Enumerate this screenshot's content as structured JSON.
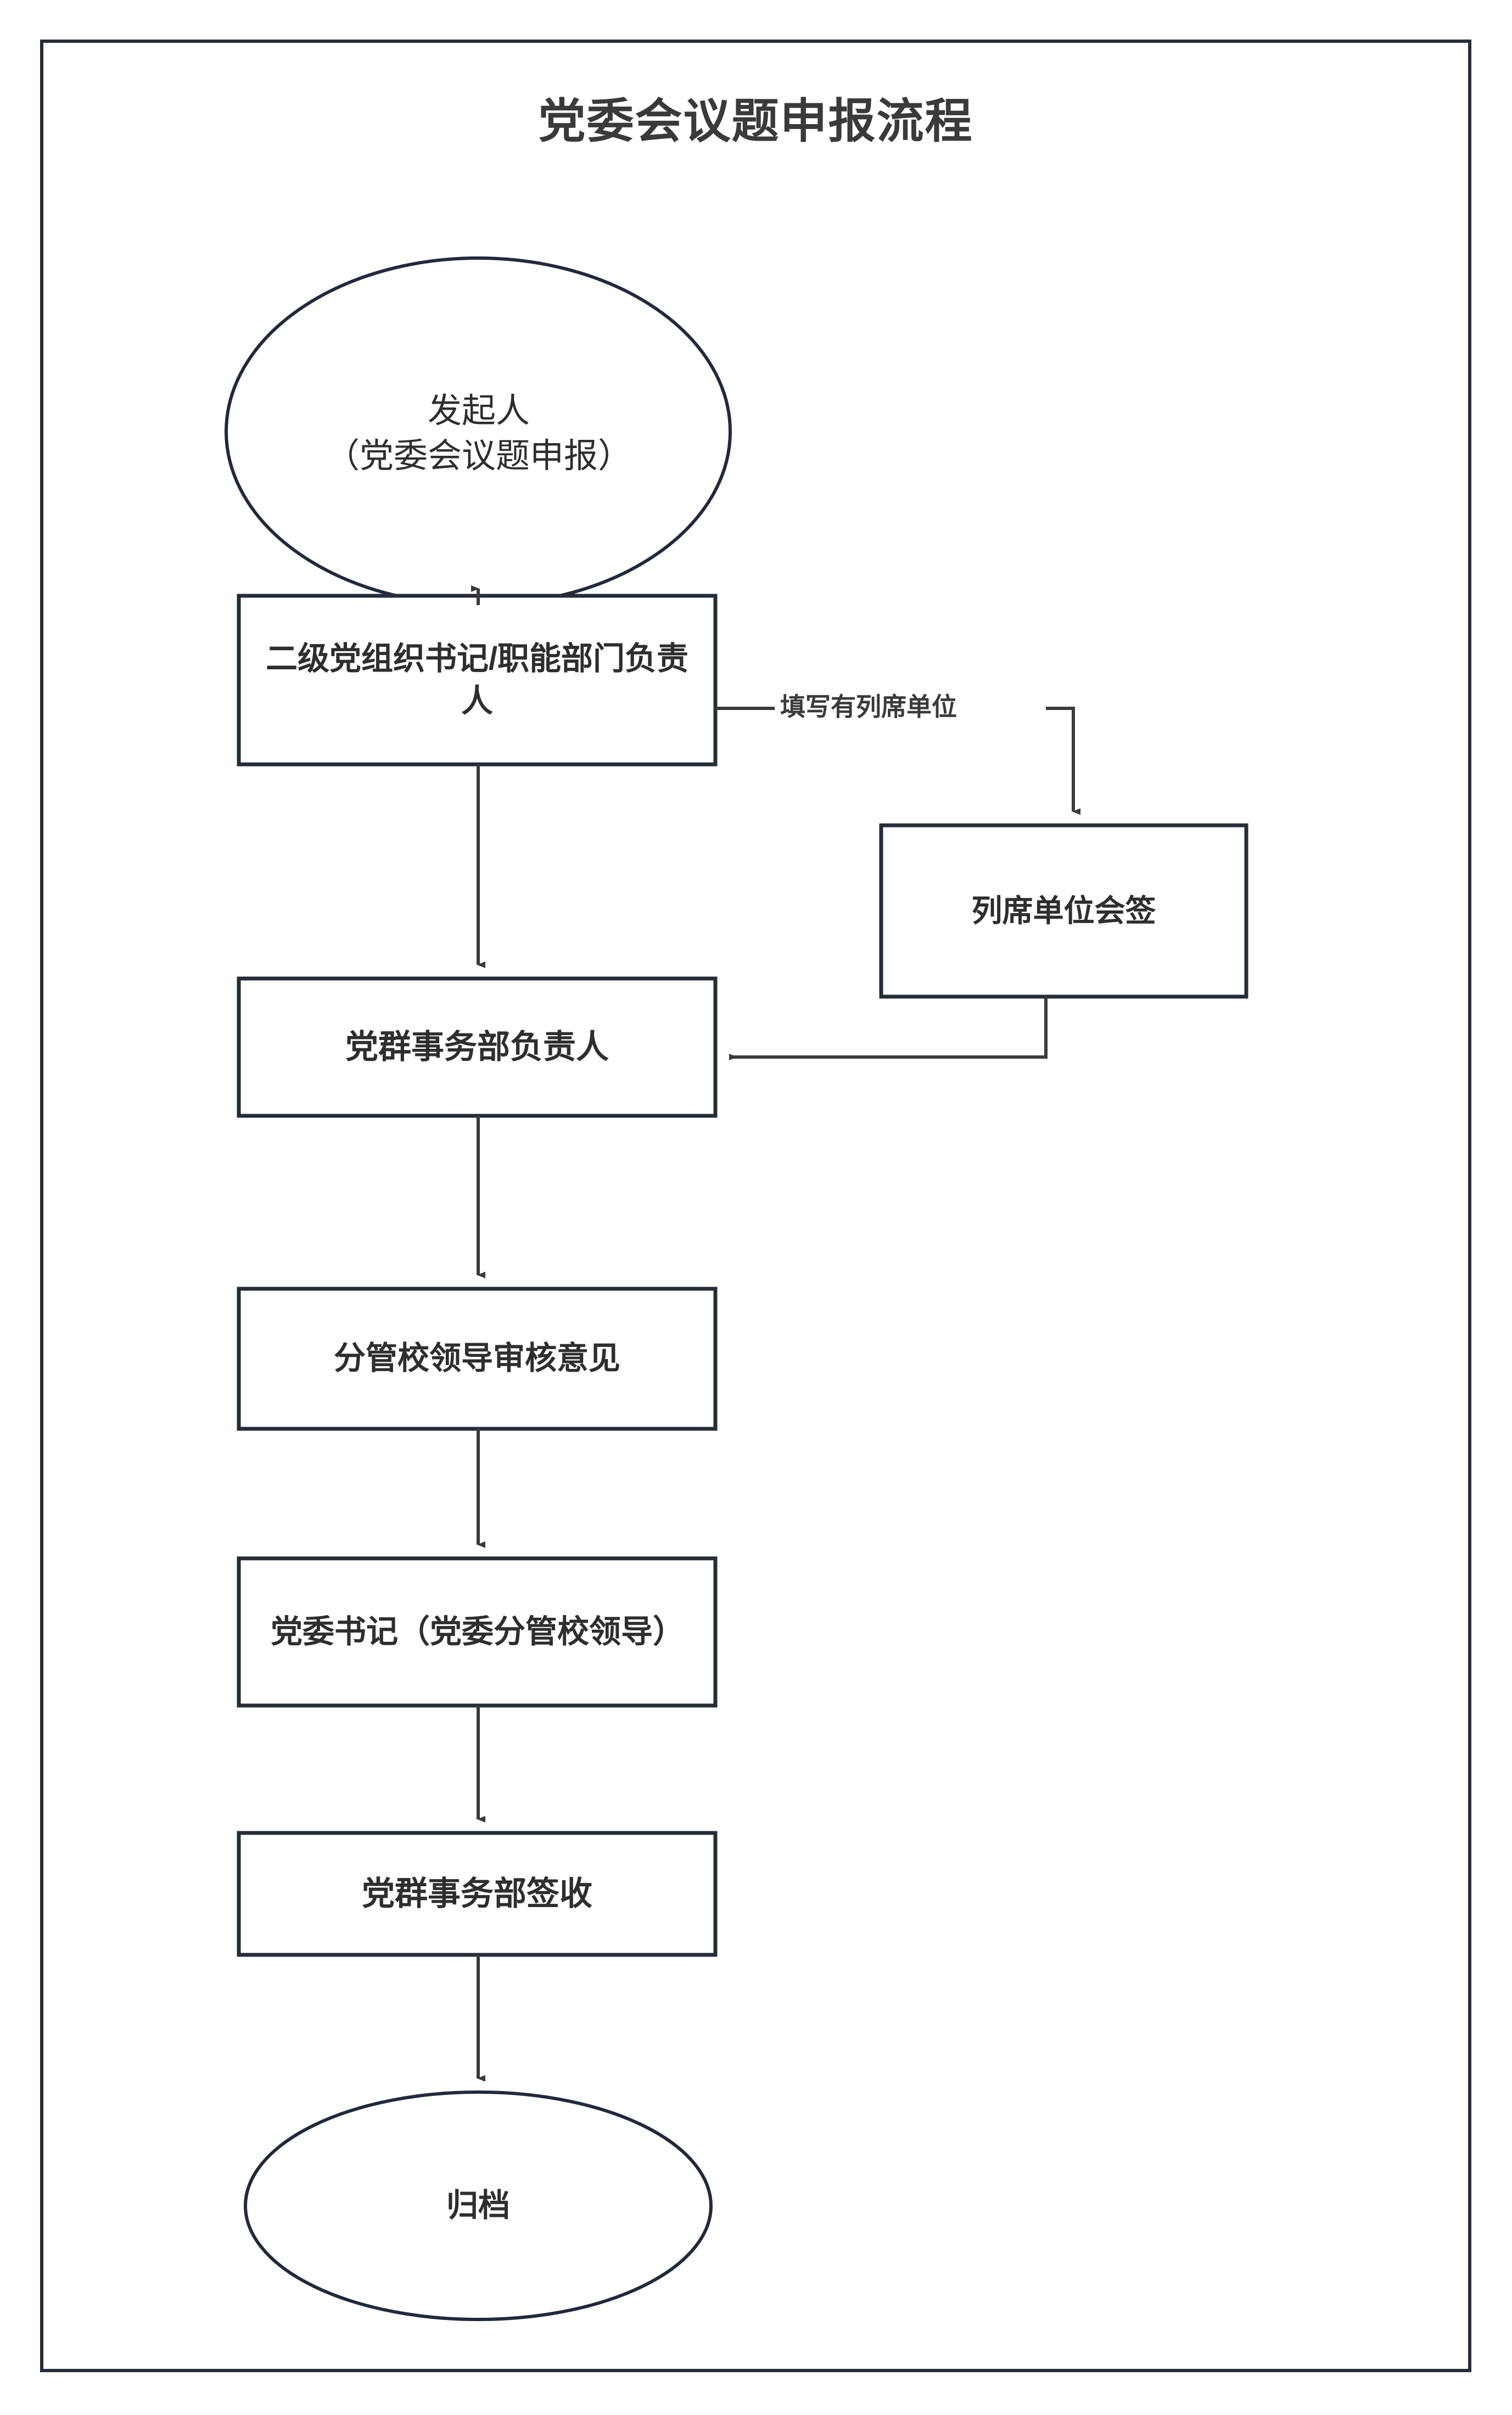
{
  "document": {
    "title": "党委会议题申报流程",
    "border_color": "#262d38",
    "text_color": "#2e2e2e",
    "background": "#ffffff"
  },
  "chart_data": {
    "type": "diagram",
    "diagram_kind": "flowchart",
    "title": "党委会议题申报流程",
    "orientation": "top-to-bottom",
    "nodes": [
      {
        "id": "n1",
        "label": "发起人\n（党委会议题申报）",
        "shape": "ellipse",
        "bold": false,
        "lane": "main",
        "order": 1
      },
      {
        "id": "n2",
        "label": "二级党组织书记/职能部门负责人",
        "shape": "rectangle",
        "bold": true,
        "lane": "main",
        "order": 2
      },
      {
        "id": "n3",
        "label": "列席单位会签",
        "shape": "rectangle",
        "bold": true,
        "lane": "side",
        "order": 0
      },
      {
        "id": "n4",
        "label": "党群事务部负责人",
        "shape": "rectangle",
        "bold": true,
        "lane": "main",
        "order": 3
      },
      {
        "id": "n5",
        "label": "分管校领导审核意见",
        "shape": "rectangle",
        "bold": true,
        "lane": "main",
        "order": 4
      },
      {
        "id": "n6",
        "label": "党委书记（党委分管校领导）",
        "shape": "rectangle",
        "bold": true,
        "lane": "main",
        "order": 5
      },
      {
        "id": "n7",
        "label": "党群事务部签收",
        "shape": "rectangle",
        "bold": true,
        "lane": "main",
        "order": 6
      },
      {
        "id": "n8",
        "label": "归档",
        "shape": "ellipse",
        "bold": false,
        "lane": "main",
        "order": 7
      }
    ],
    "edges": [
      {
        "from": "n1",
        "to": "n2",
        "label": "",
        "style": "straight-down"
      },
      {
        "from": "n2",
        "to": "n3",
        "label": "填写有列席单位",
        "style": "right-then-down"
      },
      {
        "from": "n2",
        "to": "n4",
        "label": "",
        "style": "straight-down"
      },
      {
        "from": "n3",
        "to": "n4",
        "label": "",
        "style": "down-then-left"
      },
      {
        "from": "n4",
        "to": "n5",
        "label": "",
        "style": "straight-down"
      },
      {
        "from": "n5",
        "to": "n6",
        "label": "",
        "style": "straight-down"
      },
      {
        "from": "n6",
        "to": "n7",
        "label": "",
        "style": "straight-down"
      },
      {
        "from": "n7",
        "to": "n8",
        "label": "",
        "style": "straight-down"
      }
    ]
  }
}
